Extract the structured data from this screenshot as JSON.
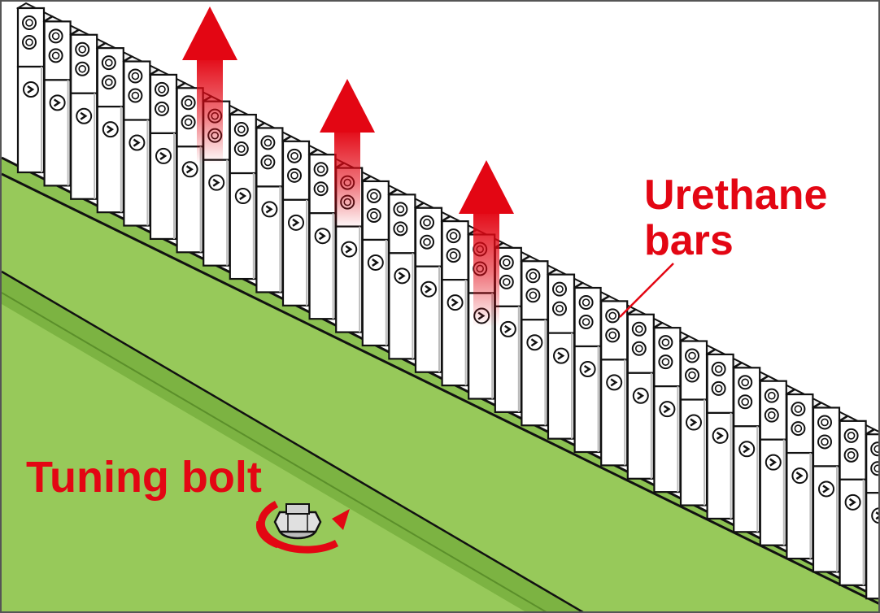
{
  "labels": {
    "urethane_line1": "Urethane",
    "urethane_line2": "bars",
    "tuning_bolt": "Tuning bolt"
  },
  "colors": {
    "accent_red": "#e30613",
    "beam_green": "#97c95a",
    "beam_green_dark": "#7cb342",
    "outline": "#111111",
    "bar_fill": "#ffffff",
    "bolt_grey": "#cfcfcf"
  },
  "icons": [
    "hex-bolt-icon",
    "rotation-arrow-icon",
    "lift-arrow-icon",
    "screw-head-icon"
  ]
}
